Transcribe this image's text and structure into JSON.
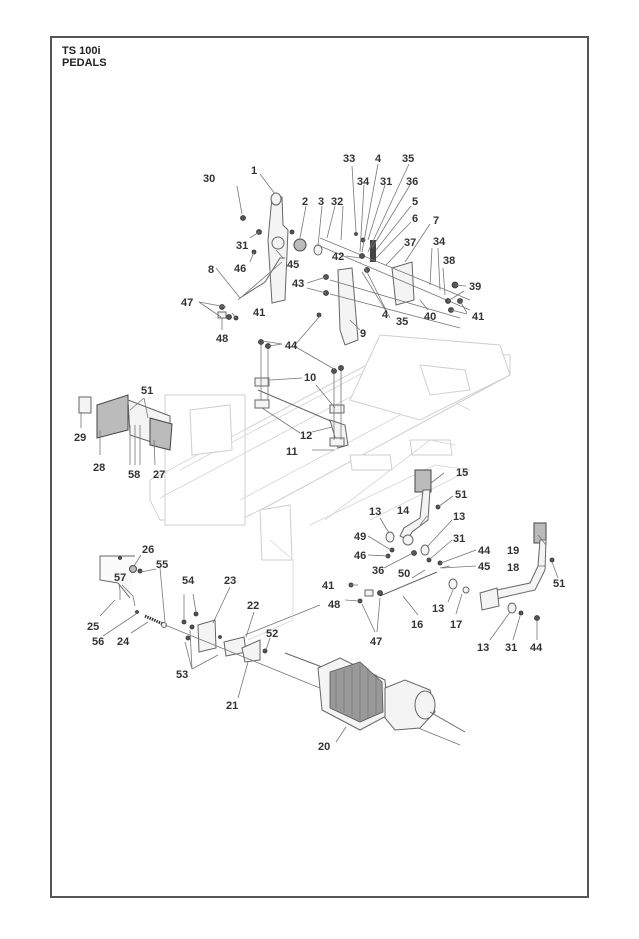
{
  "header": {
    "model": "TS 100i",
    "section": "PEDALS"
  },
  "callouts": [
    {
      "id": "c1",
      "label": "1"
    },
    {
      "id": "c2",
      "label": "2"
    },
    {
      "id": "c3",
      "label": "3"
    },
    {
      "id": "c4a",
      "label": "4"
    },
    {
      "id": "c4b",
      "label": "4"
    },
    {
      "id": "c5",
      "label": "5"
    },
    {
      "id": "c6",
      "label": "6"
    },
    {
      "id": "c7",
      "label": "7"
    },
    {
      "id": "c8",
      "label": "8"
    },
    {
      "id": "c9",
      "label": "9"
    },
    {
      "id": "c10",
      "label": "10"
    },
    {
      "id": "c11",
      "label": "11"
    },
    {
      "id": "c12",
      "label": "12"
    },
    {
      "id": "c13a",
      "label": "13"
    },
    {
      "id": "c13b",
      "label": "13"
    },
    {
      "id": "c13c",
      "label": "13"
    },
    {
      "id": "c13d",
      "label": "13"
    },
    {
      "id": "c14",
      "label": "14"
    },
    {
      "id": "c15",
      "label": "15"
    },
    {
      "id": "c16",
      "label": "16"
    },
    {
      "id": "c17",
      "label": "17"
    },
    {
      "id": "c18",
      "label": "18"
    },
    {
      "id": "c19",
      "label": "19"
    },
    {
      "id": "c20",
      "label": "20"
    },
    {
      "id": "c21",
      "label": "21"
    },
    {
      "id": "c22",
      "label": "22"
    },
    {
      "id": "c23",
      "label": "23"
    },
    {
      "id": "c24",
      "label": "24"
    },
    {
      "id": "c25",
      "label": "25"
    },
    {
      "id": "c26",
      "label": "26"
    },
    {
      "id": "c27",
      "label": "27"
    },
    {
      "id": "c28",
      "label": "28"
    },
    {
      "id": "c29",
      "label": "29"
    },
    {
      "id": "c30",
      "label": "30"
    },
    {
      "id": "c31a",
      "label": "31"
    },
    {
      "id": "c31b",
      "label": "31"
    },
    {
      "id": "c31c",
      "label": "31"
    },
    {
      "id": "c31d",
      "label": "31"
    },
    {
      "id": "c32",
      "label": "32"
    },
    {
      "id": "c33",
      "label": "33"
    },
    {
      "id": "c34a",
      "label": "34"
    },
    {
      "id": "c34b",
      "label": "34"
    },
    {
      "id": "c35a",
      "label": "35"
    },
    {
      "id": "c35b",
      "label": "35"
    },
    {
      "id": "c36a",
      "label": "36"
    },
    {
      "id": "c36b",
      "label": "36"
    },
    {
      "id": "c37",
      "label": "37"
    },
    {
      "id": "c38",
      "label": "38"
    },
    {
      "id": "c39",
      "label": "39"
    },
    {
      "id": "c40",
      "label": "40"
    },
    {
      "id": "c41a",
      "label": "41"
    },
    {
      "id": "c41b",
      "label": "41"
    },
    {
      "id": "c41c",
      "label": "41"
    },
    {
      "id": "c42",
      "label": "42"
    },
    {
      "id": "c43",
      "label": "43"
    },
    {
      "id": "c44a",
      "label": "44"
    },
    {
      "id": "c44b",
      "label": "44"
    },
    {
      "id": "c44c",
      "label": "44"
    },
    {
      "id": "c45a",
      "label": "45"
    },
    {
      "id": "c45b",
      "label": "45"
    },
    {
      "id": "c46a",
      "label": "46"
    },
    {
      "id": "c46b",
      "label": "46"
    },
    {
      "id": "c47a",
      "label": "47"
    },
    {
      "id": "c47b",
      "label": "47"
    },
    {
      "id": "c48a",
      "label": "48"
    },
    {
      "id": "c48b",
      "label": "48"
    },
    {
      "id": "c49",
      "label": "49"
    },
    {
      "id": "c50",
      "label": "50"
    },
    {
      "id": "c51a",
      "label": "51"
    },
    {
      "id": "c51b",
      "label": "51"
    },
    {
      "id": "c51c",
      "label": "51"
    },
    {
      "id": "c52",
      "label": "52"
    },
    {
      "id": "c53",
      "label": "53"
    },
    {
      "id": "c54",
      "label": "54"
    },
    {
      "id": "c55",
      "label": "55"
    },
    {
      "id": "c56",
      "label": "56"
    },
    {
      "id": "c57",
      "label": "57"
    },
    {
      "id": "c58",
      "label": "58"
    }
  ]
}
